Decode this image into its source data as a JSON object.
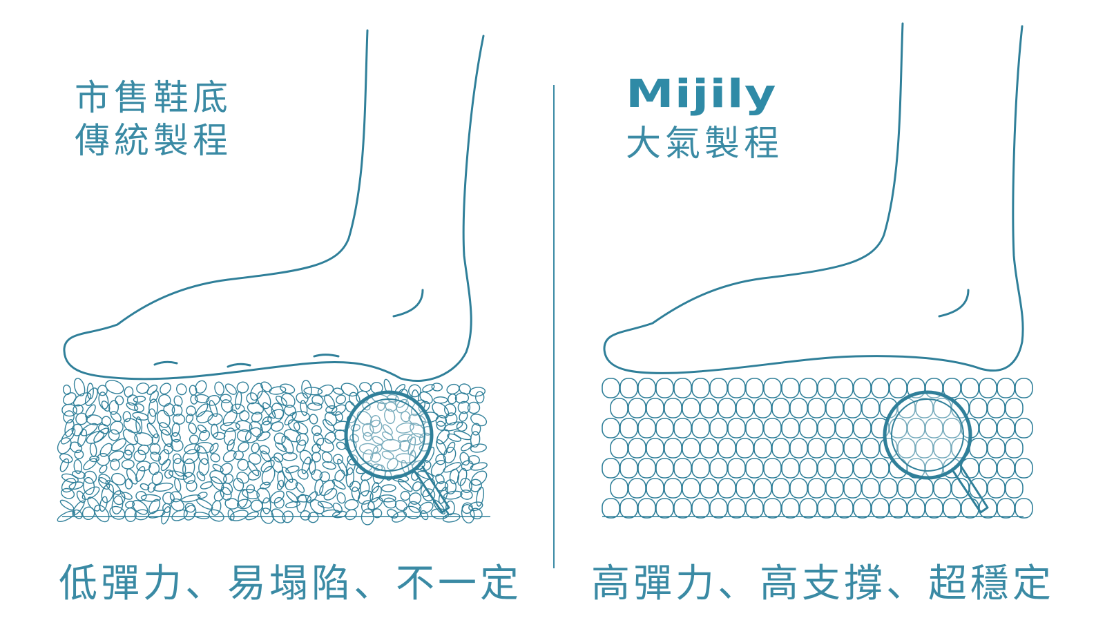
{
  "left": {
    "heading_line1": "市售鞋底",
    "heading_line2": "傳統製程",
    "caption": "低彈力、易塌陷、不一定"
  },
  "right": {
    "brand": "Mijily",
    "heading": "大氣製程",
    "caption": "高彈力、高支撐、超穩定"
  },
  "icons": [
    "foot-outline-icon",
    "magnifier-icon"
  ],
  "colors": {
    "accent": "#3a8aa4"
  }
}
